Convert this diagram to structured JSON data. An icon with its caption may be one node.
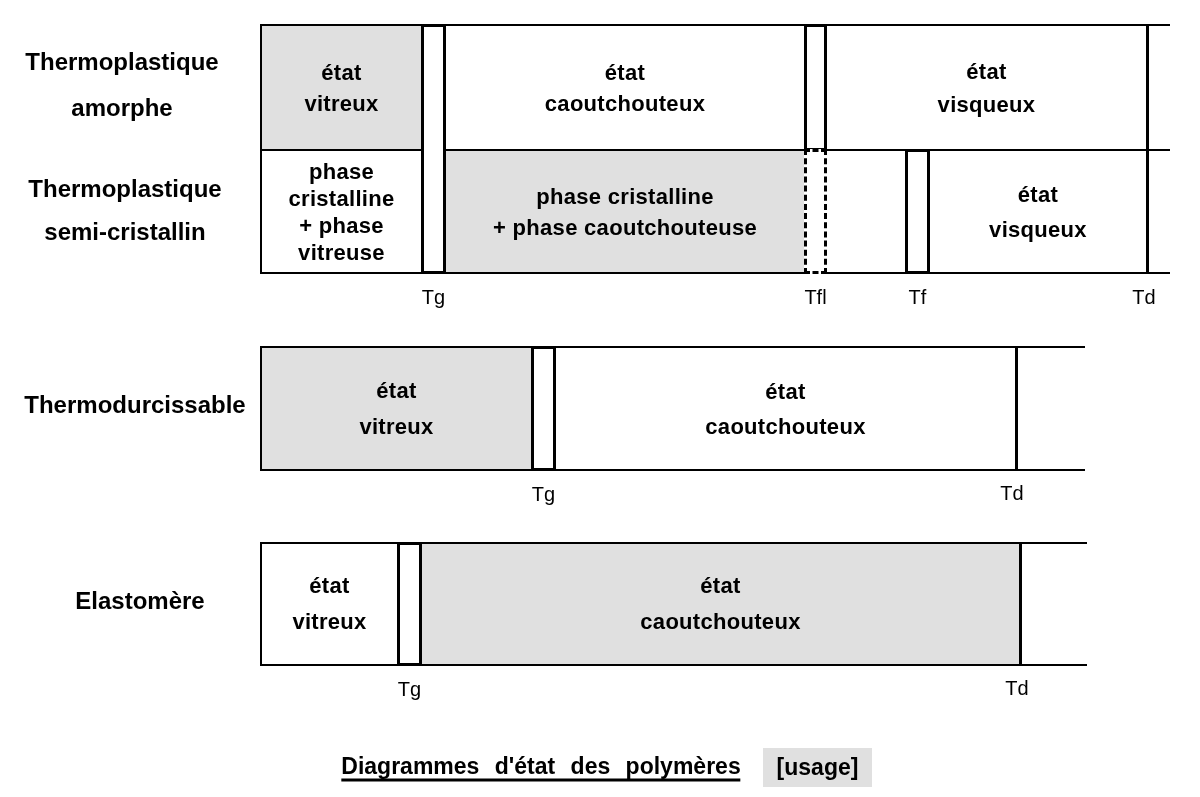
{
  "diagram": {
    "caption": "Diagrammes d'état des polymères",
    "nodes": [
      {
        "text": [
          "état vitreux"
        ]
      },
      {
        "text": [],
        "shape": "bar",
        "beside": [
          "Tg"
        ]
      },
      {
        "text": [
          "état caoutchouteux"
        ]
      },
      {
        "text": [],
        "shape": "bar",
        "beside": [
          "Tfl"
        ]
      },
      {
        "text": [
          "état visqueux"
        ]
      },
      {
        "text": [
          "phase cristalline + phase vitreuse"
        ]
      },
      {
        "text": [
          "phase cristalline + phase caoutchouteuse"
        ]
      },
      {
        "text": [],
        "shape": "bar",
        "beside": [
          "Tf"
        ]
      },
      {
        "text": [
          "état visqueux"
        ]
      },
      {
        "text": [
          "état vitreux"
        ]
      },
      {
        "text": [],
        "shape": "bar",
        "beside": [
          "Tg"
        ]
      },
      {
        "text": [
          "état caoutchouteux"
        ]
      },
      {
        "text": [
          "état vitreux"
        ]
      },
      {
        "text": [],
        "shape": "bar",
        "beside": [
          "Tg"
        ]
      },
      {
        "text": [
          "état caoutchouteux"
        ]
      }
    ],
    "labels": [
      "Thermoplastique amorphe",
      "Thermoplastique semi-cristallin",
      "Td",
      "Thermodurcissable",
      "Td",
      "Elastomère",
      "Td"
    ],
    "legend": [
      {
        "text": "[usage]",
        "color": "#e0e0e0"
      }
    ]
  }
}
